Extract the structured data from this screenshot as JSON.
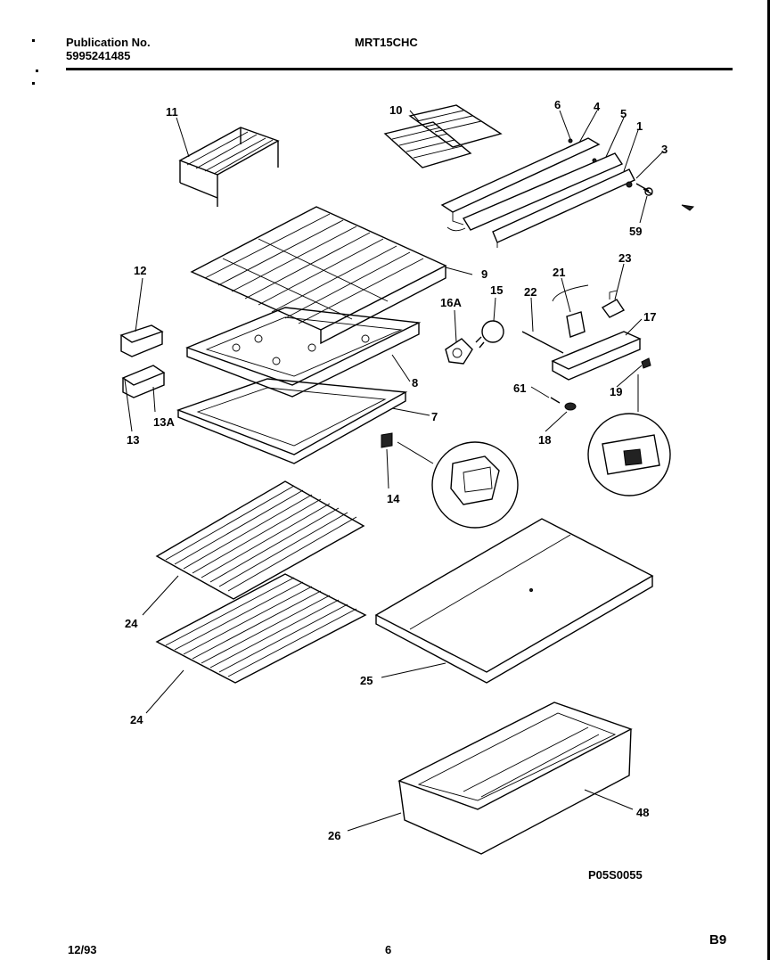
{
  "header": {
    "publication_label": "Publication No.",
    "publication_number": "5995241485",
    "model": "MRT15CHC"
  },
  "footer": {
    "date": "12/93",
    "page": "6",
    "section": "B9",
    "diagram_code": "P05S0055"
  },
  "callouts": {
    "c11": "11",
    "c10": "10",
    "c6": "6",
    "c4": "4",
    "c5": "5",
    "c1": "1",
    "c3": "3",
    "c59": "59",
    "c9": "9",
    "c12": "12",
    "c13a": "13A",
    "c13": "13",
    "c8": "8",
    "c7": "7",
    "c16a": "16A",
    "c15": "15",
    "c21": "21",
    "c22": "22",
    "c23": "23",
    "c17": "17",
    "c61": "61",
    "c19": "19",
    "c18": "18",
    "c14": "14",
    "c24a": "24",
    "c24b": "24",
    "c25": "25",
    "c26": "26",
    "c48": "48"
  }
}
